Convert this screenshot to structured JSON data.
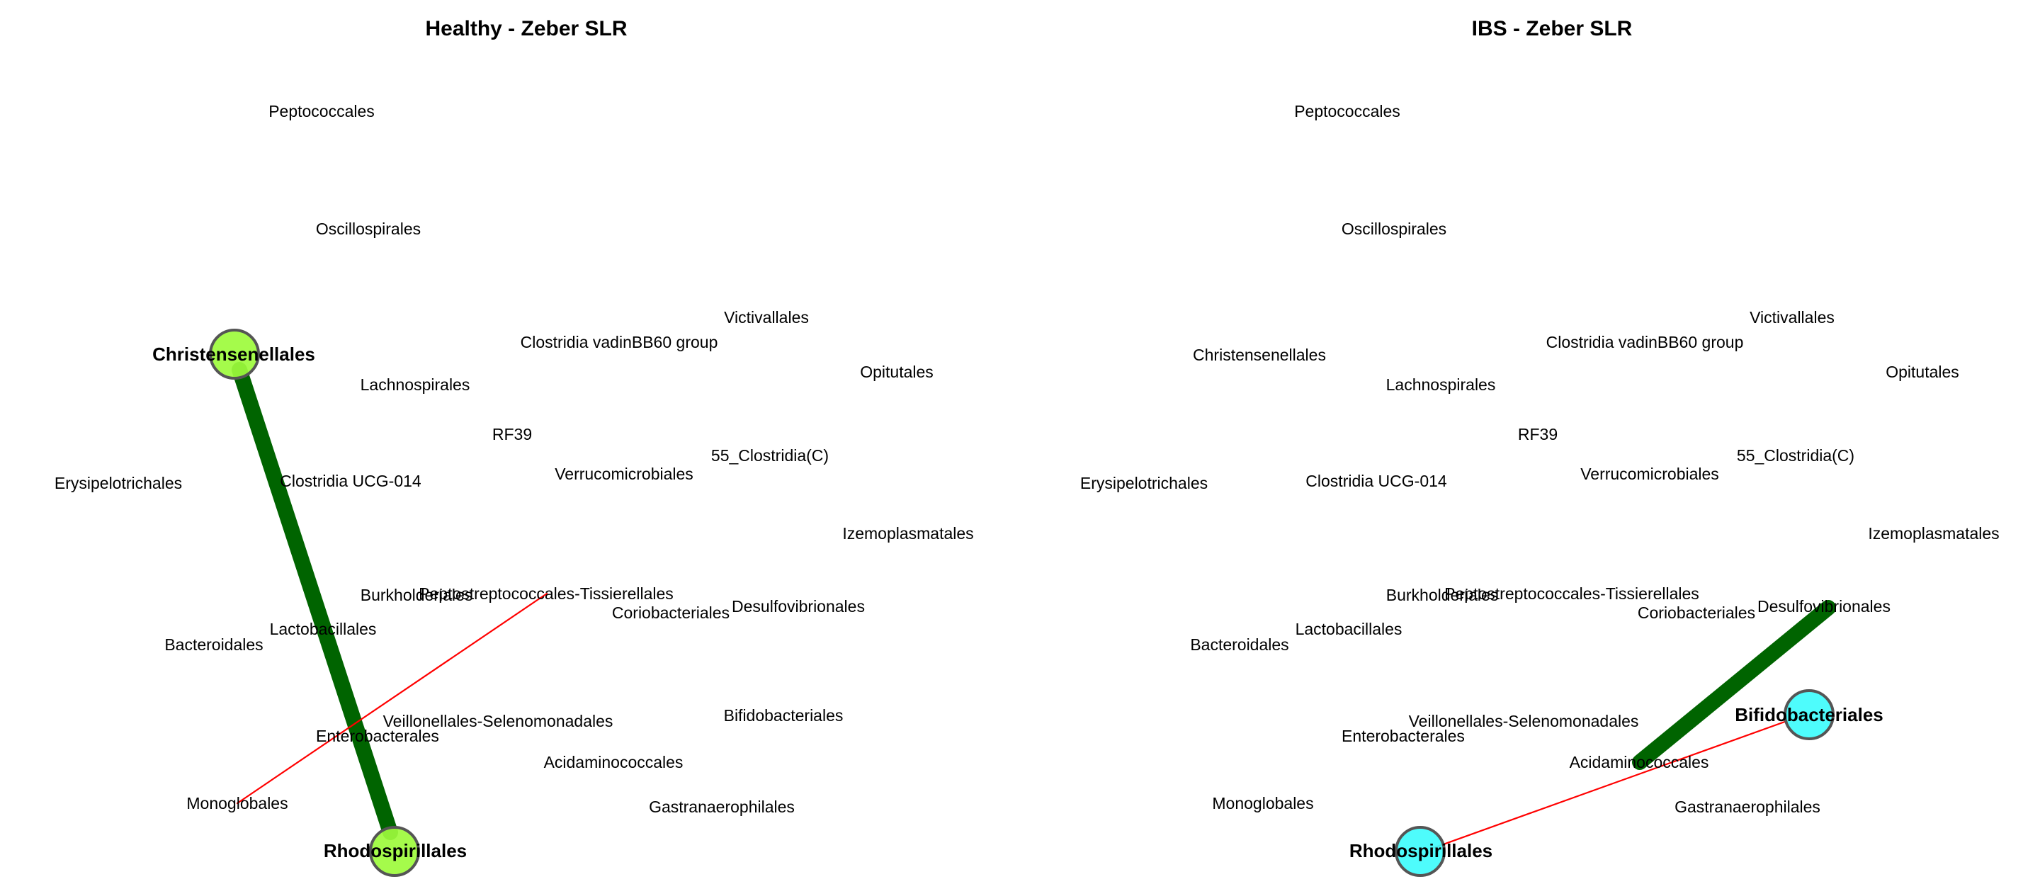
{
  "panels": [
    {
      "id": "healthy",
      "title": "Healthy - Zeber SLR",
      "hub_color": "#9dfb3c",
      "nodes": [
        {
          "id": "peptococcales",
          "label": "Peptococcales"
        },
        {
          "id": "oscillospirales",
          "label": "Oscillospirales"
        },
        {
          "id": "victivallales",
          "label": "Victivallales"
        },
        {
          "id": "christensenellales",
          "label": "Christensenellales",
          "hub": true
        },
        {
          "id": "clostridia-vadinbb60",
          "label": "Clostridia vadinBB60 group"
        },
        {
          "id": "opitutales",
          "label": "Opitutales"
        },
        {
          "id": "lachnospirales",
          "label": "Lachnospirales"
        },
        {
          "id": "rf39",
          "label": "RF39"
        },
        {
          "id": "55-clostridia-c",
          "label": "55_Clostridia(C)"
        },
        {
          "id": "erysipelotrichales",
          "label": "Erysipelotrichales"
        },
        {
          "id": "clostridia-ucg-014",
          "label": "Clostridia UCG-014"
        },
        {
          "id": "verrucomicrobiales",
          "label": "Verrucomicrobiales"
        },
        {
          "id": "izemoplasmatales",
          "label": "Izemoplasmatales"
        },
        {
          "id": "burkholderiales",
          "label": "Burkholderiales"
        },
        {
          "id": "peptostreptococcales",
          "label": "Peptostreptococcales-Tissierellales"
        },
        {
          "id": "coriobacteriales",
          "label": "Coriobacteriales"
        },
        {
          "id": "desulfovibrionales",
          "label": "Desulfovibrionales"
        },
        {
          "id": "lactobacillales",
          "label": "Lactobacillales"
        },
        {
          "id": "bacteroidales",
          "label": "Bacteroidales"
        },
        {
          "id": "bifidobacteriales",
          "label": "Bifidobacteriales"
        },
        {
          "id": "veillonellales",
          "label": "Veillonellales-Selenomonadales"
        },
        {
          "id": "enterobacterales",
          "label": "Enterobacterales"
        },
        {
          "id": "acidaminococcales",
          "label": "Acidaminococcales"
        },
        {
          "id": "monoglobales",
          "label": "Monoglobales"
        },
        {
          "id": "gastranaerophilales",
          "label": "Gastranaerophilales"
        },
        {
          "id": "rhodospirillales",
          "label": "Rhodospirillales",
          "hub": true
        }
      ],
      "edges": [
        {
          "source": "christensenellales",
          "target": "rhodospirillales",
          "color": "#006400",
          "weight": "strong"
        },
        {
          "source": "peptostreptococcales",
          "target": "monoglobales",
          "color": "#ff0000",
          "weight": "weak"
        }
      ]
    },
    {
      "id": "ibs",
      "title": "IBS - Zeber SLR",
      "hub_color": "#3ffcfc",
      "nodes": [
        {
          "id": "peptococcales",
          "label": "Peptococcales"
        },
        {
          "id": "oscillospirales",
          "label": "Oscillospirales"
        },
        {
          "id": "victivallales",
          "label": "Victivallales"
        },
        {
          "id": "christensenellales",
          "label": "Christensenellales"
        },
        {
          "id": "clostridia-vadinbb60",
          "label": "Clostridia vadinBB60 group"
        },
        {
          "id": "opitutales",
          "label": "Opitutales"
        },
        {
          "id": "lachnospirales",
          "label": "Lachnospirales"
        },
        {
          "id": "rf39",
          "label": "RF39"
        },
        {
          "id": "55-clostridia-c",
          "label": "55_Clostridia(C)"
        },
        {
          "id": "erysipelotrichales",
          "label": "Erysipelotrichales"
        },
        {
          "id": "clostridia-ucg-014",
          "label": "Clostridia UCG-014"
        },
        {
          "id": "verrucomicrobiales",
          "label": "Verrucomicrobiales"
        },
        {
          "id": "izemoplasmatales",
          "label": "Izemoplasmatales"
        },
        {
          "id": "burkholderiales",
          "label": "Burkholderiales"
        },
        {
          "id": "peptostreptococcales",
          "label": "Peptostreptococcales-Tissierellales"
        },
        {
          "id": "coriobacteriales",
          "label": "Coriobacteriales"
        },
        {
          "id": "desulfovibrionales",
          "label": "Desulfovibrionales"
        },
        {
          "id": "lactobacillales",
          "label": "Lactobacillales"
        },
        {
          "id": "bacteroidales",
          "label": "Bacteroidales"
        },
        {
          "id": "bifidobacteriales",
          "label": "Bifidobacteriales",
          "hub": true
        },
        {
          "id": "veillonellales",
          "label": "Veillonellales-Selenomonadales"
        },
        {
          "id": "enterobacterales",
          "label": "Enterobacterales"
        },
        {
          "id": "acidaminococcales",
          "label": "Acidaminococcales"
        },
        {
          "id": "monoglobales",
          "label": "Monoglobales"
        },
        {
          "id": "gastranaerophilales",
          "label": "Gastranaerophilales"
        },
        {
          "id": "rhodospirillales",
          "label": "Rhodospirillales",
          "hub": true
        }
      ],
      "edges": [
        {
          "source": "desulfovibrionales",
          "target": "acidaminococcales",
          "color": "#006400",
          "weight": "strong"
        },
        {
          "source": "rhodospirillales",
          "target": "bifidobacteriales",
          "color": "#ff0000",
          "weight": "weak"
        }
      ]
    }
  ]
}
